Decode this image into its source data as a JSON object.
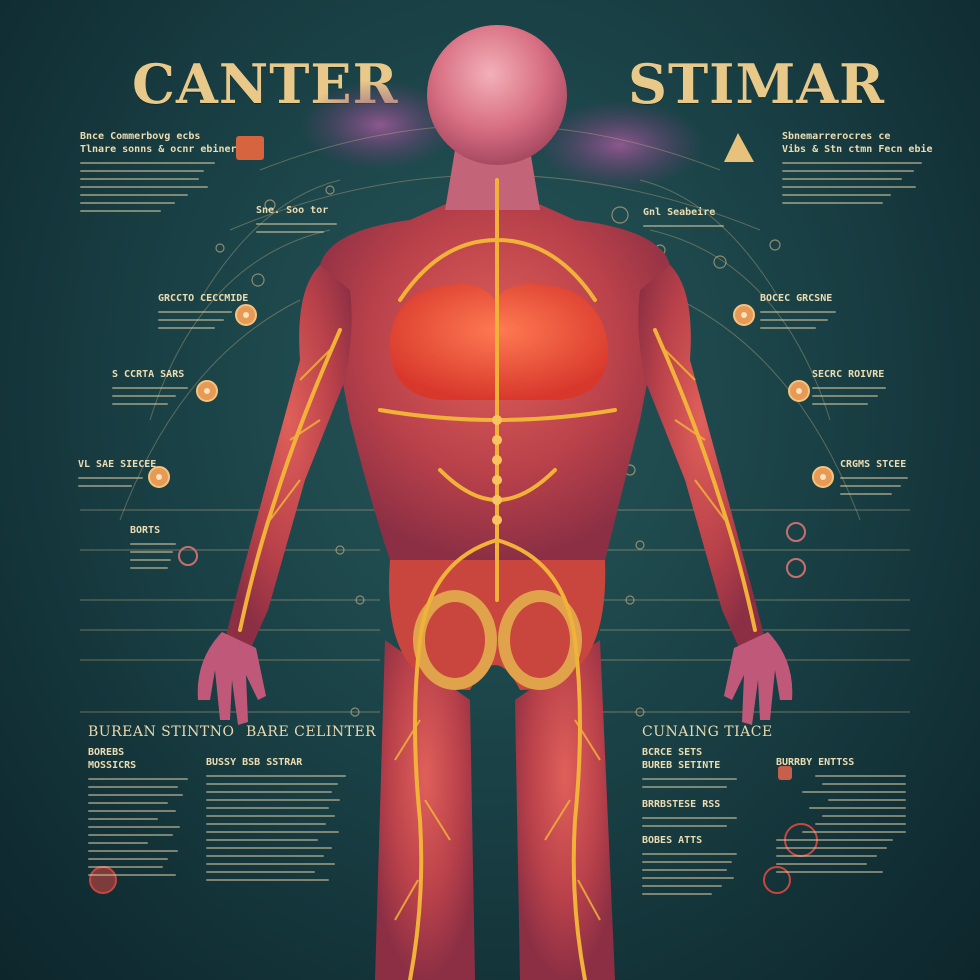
{
  "titles": {
    "left": "CANTER",
    "right": "STIMAR"
  },
  "subheadings": {
    "bottom_left_a": "BUREAN STINTNO",
    "bottom_left_b": "BARE CELINTER",
    "bottom_right": "CUNAING TIACE"
  },
  "blocks": {
    "top_left": {
      "heading": "Bnce Commerbovg ecbs",
      "sub": "Tlnare sonns & ocnr ebiner"
    },
    "top_right": {
      "heading": "Sbnemarrerocres ce",
      "sub": "Vibs & Stn ctmn Fecn ebie"
    },
    "mid_left_1": {
      "heading": "GRCCTO CECCMIDE"
    },
    "mid_left_2": {
      "heading": "S CCRTA SARS"
    },
    "mid_left_3": {
      "heading": "VL SAE SIECEE"
    },
    "mid_left_4": {
      "heading": "BORTS"
    },
    "mid_right_1": {
      "heading": "BOCEC GRCSNE"
    },
    "mid_right_2": {
      "heading": "SECRC ROIVRE"
    },
    "mid_right_3": {
      "heading": "CRGMS STCEE"
    },
    "left_callout": {
      "heading": "Sne. Soo tor"
    },
    "right_callout": {
      "heading": "Gnl Seabeire"
    },
    "bl_a": {
      "heading": "BOREBS",
      "sub": "MOSSICRS"
    },
    "bl_b": {
      "heading": "BUSSY BSB SSTRAR"
    },
    "br_a": {
      "heading": "BCRCE SETS",
      "sub": "BUREB SETINTE"
    },
    "br_b": {
      "heading": "BRRBSTESE RSS"
    },
    "br_c": {
      "heading": "BOBES ATTS"
    },
    "br_d": {
      "heading": "BURRBY ENTTSS"
    }
  },
  "colors": {
    "background": "#1a4246",
    "title": "#e8c98a",
    "body": "#c9463e",
    "nerves": "#f1b23a",
    "accent": "#e79a56"
  },
  "icons": [
    "organ-icon",
    "target-icon",
    "heart-icon",
    "warning-triangle-icon"
  ]
}
